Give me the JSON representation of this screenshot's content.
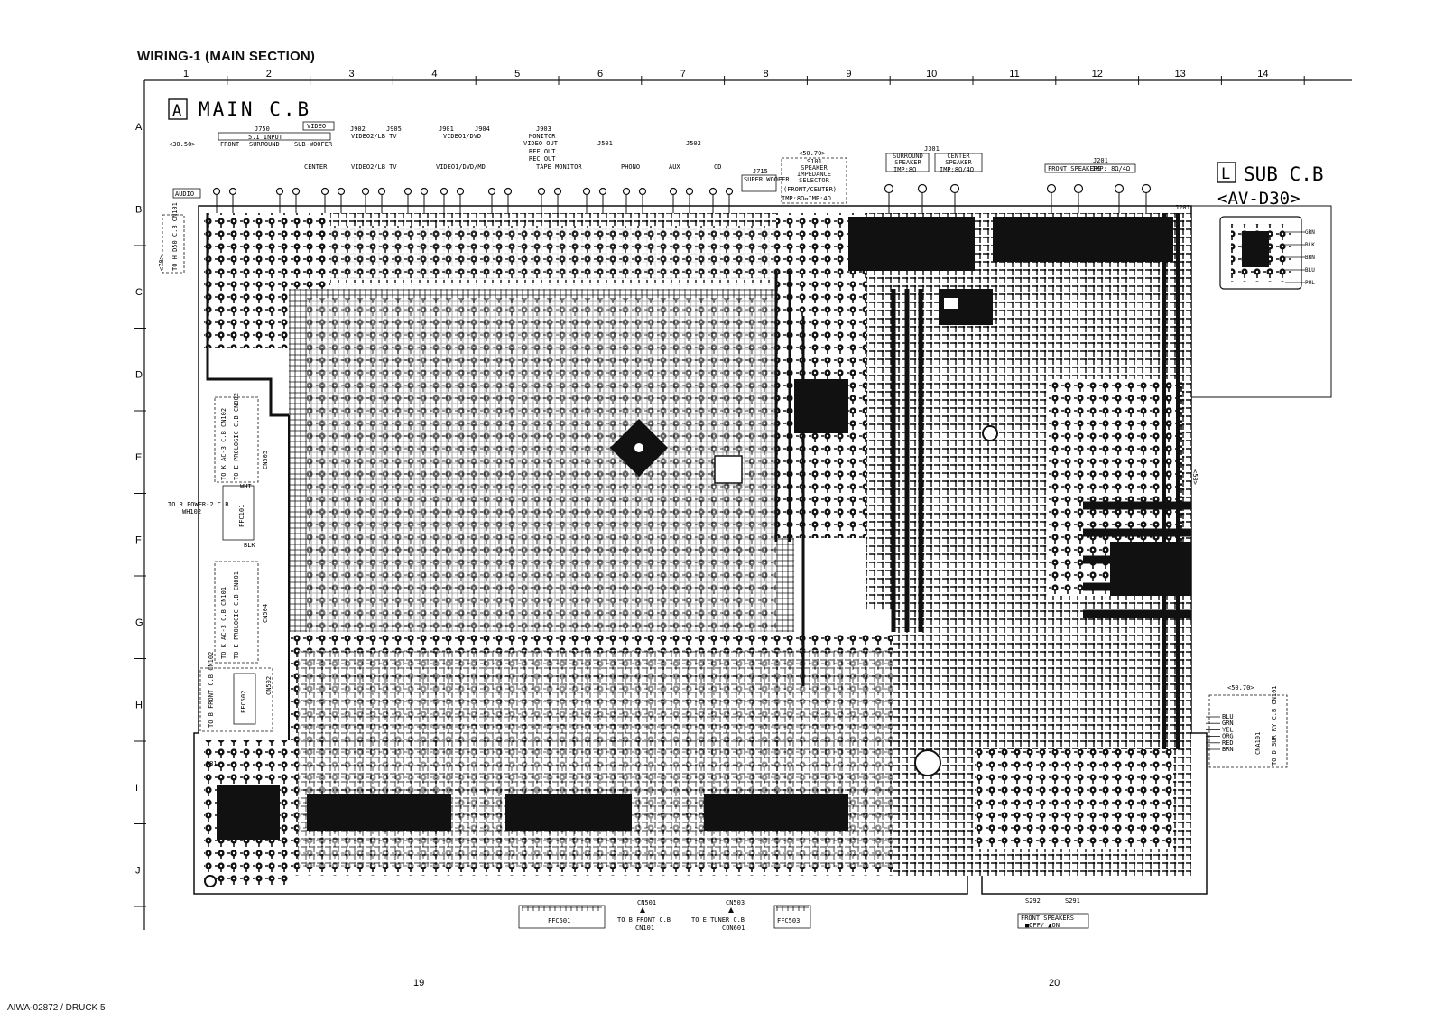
{
  "page": {
    "title": "WIRING-1 (MAIN SECTION)",
    "footer": "AIWA-02872 / DRUCK 5",
    "page_left": "19",
    "page_right": "20"
  },
  "grid": {
    "columns": [
      "1",
      "2",
      "3",
      "4",
      "5",
      "6",
      "7",
      "8",
      "9",
      "10",
      "11",
      "12",
      "13",
      "14"
    ],
    "rows": [
      "A",
      "B",
      "C",
      "D",
      "E",
      "F",
      "G",
      "H",
      "I",
      "J"
    ]
  },
  "boards": {
    "main_letter": "A",
    "main_name": "MAIN C.B",
    "sub_letter": "L",
    "sub_name": "SUB C.B",
    "sub_model": "<AV-D30>"
  },
  "jacks": {
    "j750": "J750",
    "j750_title": "5.1 INPUT",
    "front": "FRONT",
    "surround": "SURROUND",
    "sub_woofer": "SUB-WOOFER",
    "center": "CENTER",
    "video": "VIDEO",
    "audio": "AUDIO",
    "ref_3050": "<30.50>",
    "j902": "J902",
    "j905": "J905",
    "video2_lb_tv": "VIDEO2/LB TV",
    "j901": "J901",
    "j904": "J904",
    "video1_dvd": "VIDEO1/DVD",
    "video1_dvd_md": "VIDEO1/DVD/MD",
    "j903": "J903",
    "monitor": "MONITOR",
    "video_out": "VIDEO OUT",
    "ref_out": "REF OUT",
    "rec_out": "REC OUT",
    "tape_monitor": "TAPE MONITOR",
    "j501": "J501",
    "phono": "PHONO",
    "j502": "J502",
    "aux": "AUX",
    "cd": "CD",
    "j715": "J715",
    "super_woofer": "SUPER WOOFER",
    "ref_5070": "<50.70>",
    "s101": "S101",
    "spk_imp_sel": "SPEAKER IMPEDANCE SELECTOR",
    "front_center": "(FRONT/CENTER)",
    "imp_8_4": "IMP:8Ω⇔IMP:4Ω",
    "j301": "J301",
    "surround_spk": "SURROUND SPEAKER",
    "center_spk": "CENTER SPEAKER",
    "imp_8": "IMP:8Ω",
    "imp_8_4b": "IMP:8Ω/4Ω",
    "j201": "J201",
    "front_spk": "FRONT SPEAKERS",
    "imp_84": "IMP: 8Ω/4Ω"
  },
  "connectors": {
    "to_h_d50": "TO H D50 C.B CN101",
    "ref70": "<70>",
    "ac3_top": "TO K AC-3 C.B CN102",
    "prologic_top": "TO E PROLOGIC C.B CN802",
    "cn505": "CN505",
    "to_r_power": "TO R POWER-2 C.B",
    "wh102": "WH102",
    "ffc101": "FFC101",
    "wht": "WHT",
    "blk": "BLK",
    "ac3_bottom": "TO K AC-3 C.B CN101",
    "prologic_bottom": "TO E PROLOGIC C.B CN801",
    "cn504": "CN504",
    "front_cb": "TO B FRONT C.B CN102",
    "ffc502": "FFC502",
    "cn502": "CN502",
    "ffc501": "FFC501",
    "cn501": "CN501",
    "to_b_front": "TO B FRONT C.B",
    "cn101": "CN101",
    "cn503": "CN503",
    "to_e_tuner": "TO E TUNER C.B",
    "con601": "CON601",
    "ffc503": "FFC503",
    "cna101": "CNA101",
    "surry": "TO D SUR RY C.B CN101",
    "wires": [
      "BLU",
      "GRN",
      "YEL",
      "ORG",
      "RED",
      "BRN"
    ],
    "sub_wires": [
      "GRN",
      "BLK",
      "BRN",
      "BLU",
      "PUL"
    ],
    "s292": "S292",
    "s291": "S291",
    "front_speakers_sw": "FRONT SPEAKERS",
    "off_on": "■OFF/ ▲ON",
    "j201b": "J201",
    "q31": "Q31",
    "ref50": "<50>"
  },
  "colors": {
    "ink": "#111111",
    "copper": "#0d0d0d",
    "paper": "#ffffff"
  }
}
